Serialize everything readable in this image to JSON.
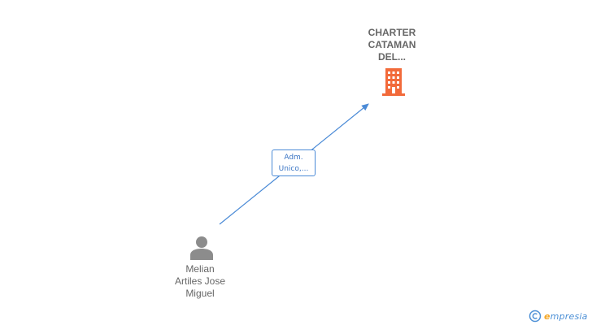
{
  "company": {
    "name_lines": [
      "CHARTER",
      "CATAMAN",
      "DEL..."
    ],
    "icon": "building-icon",
    "color": "#f26a3a"
  },
  "relation": {
    "label_lines": [
      "Adm.",
      "Unico,..."
    ],
    "line_color": "#4a8ad6"
  },
  "person": {
    "name_lines": [
      "Melian",
      "Artiles Jose",
      "Miguel"
    ],
    "icon": "person-icon",
    "color": "#8c8c8c"
  },
  "footer": {
    "copyright_symbol": "©",
    "brand_initial": "e",
    "brand_rest": "mpresia",
    "brand_color": "#4d90d6",
    "accent_color": "#f5a623"
  }
}
